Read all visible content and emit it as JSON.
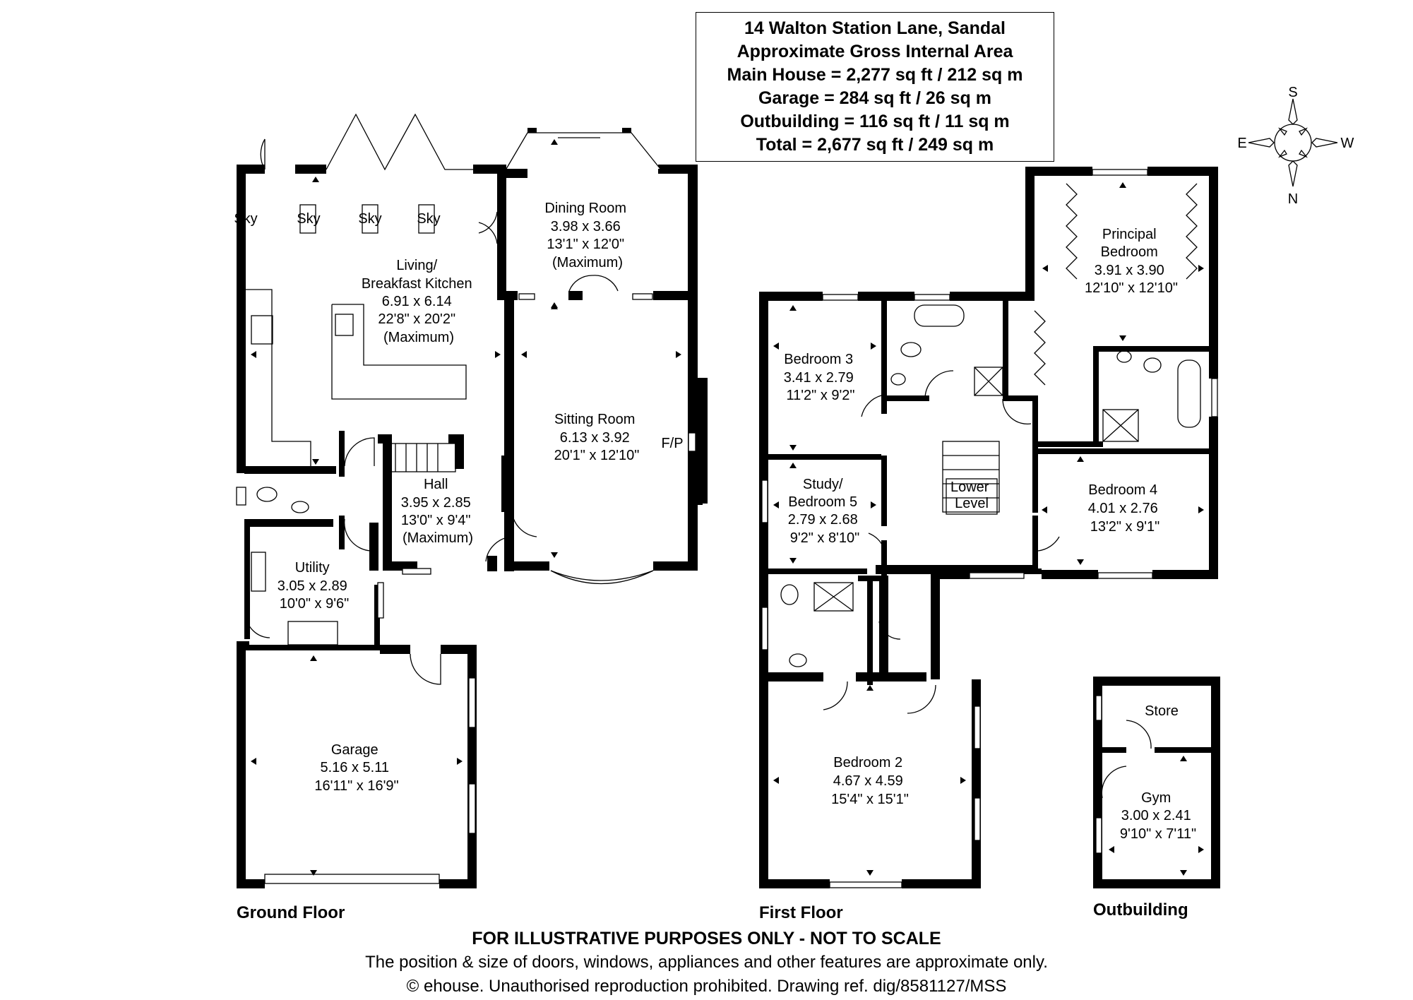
{
  "header": {
    "address": "14 Walton Station Lane, Sandal",
    "gia_title": "Approximate Gross Internal Area",
    "main_house": "Main House = 2,277 sq ft / 212 sq m",
    "garage": "Garage = 284 sq ft / 26 sq m",
    "outbuilding": "Outbuilding = 116 sq ft / 11 sq m",
    "total": "Total = 2,677 sq ft / 249 sq m"
  },
  "compass": {
    "top": "S",
    "left": "E",
    "right": "W",
    "bottom": "N"
  },
  "floors": {
    "ground": "Ground Floor",
    "first": "First Floor",
    "outbuilding": "Outbuilding"
  },
  "rooms": {
    "kitchen": [
      "Living/",
      "Breakfast Kitchen",
      "6.91 x 6.14",
      "22'8\" x 20'2\"",
      "(Maximum)"
    ],
    "dining": [
      "Dining Room",
      "3.98 x 3.66",
      "13'1\" x 12'0\"",
      "(Maximum)"
    ],
    "sitting": [
      "Sitting Room",
      "6.13 x 3.92",
      "20'1\" x 12'10\""
    ],
    "hall": [
      "Hall",
      "3.95 x 2.85",
      "13'0\" x 9'4\"",
      "(Maximum)"
    ],
    "utility": [
      "Utility",
      "3.05 x 2.89",
      "10'0\" x 9'6\""
    ],
    "garage": [
      "Garage",
      "5.16 x 5.11",
      "16'11\" x 16'9\""
    ],
    "bedroom3": [
      "Bedroom 3",
      "3.41 x 2.79",
      "11'2\" x 9'2\""
    ],
    "study": [
      "Study/",
      "Bedroom 5",
      "2.79 x 2.68",
      "9'2\" x 8'10\""
    ],
    "principal": [
      "Principal",
      "Bedroom",
      "3.91 x 3.90",
      "12'10\" x 12'10\""
    ],
    "bedroom4": [
      "Bedroom 4",
      "4.01 x 2.76",
      "13'2\" x 9'1\""
    ],
    "bedroom2": [
      "Bedroom 2",
      "4.67 x 4.59",
      "15'4\" x 15'1\""
    ],
    "store": [
      "Store"
    ],
    "gym": [
      "Gym",
      "3.00 x 2.41",
      "9'10\" x 7'11\""
    ]
  },
  "labels": {
    "sky": "Sky",
    "fireplace": "F/P",
    "lower_level": [
      "Lower",
      "Level"
    ]
  },
  "footer": {
    "line1": "FOR ILLUSTRATIVE PURPOSES ONLY - NOT TO SCALE",
    "line2": "The position & size of doors, windows, appliances and other features are approximate only.",
    "line3": "© ehouse. Unauthorised reproduction prohibited. Drawing ref. dig/8581127/MSS"
  }
}
